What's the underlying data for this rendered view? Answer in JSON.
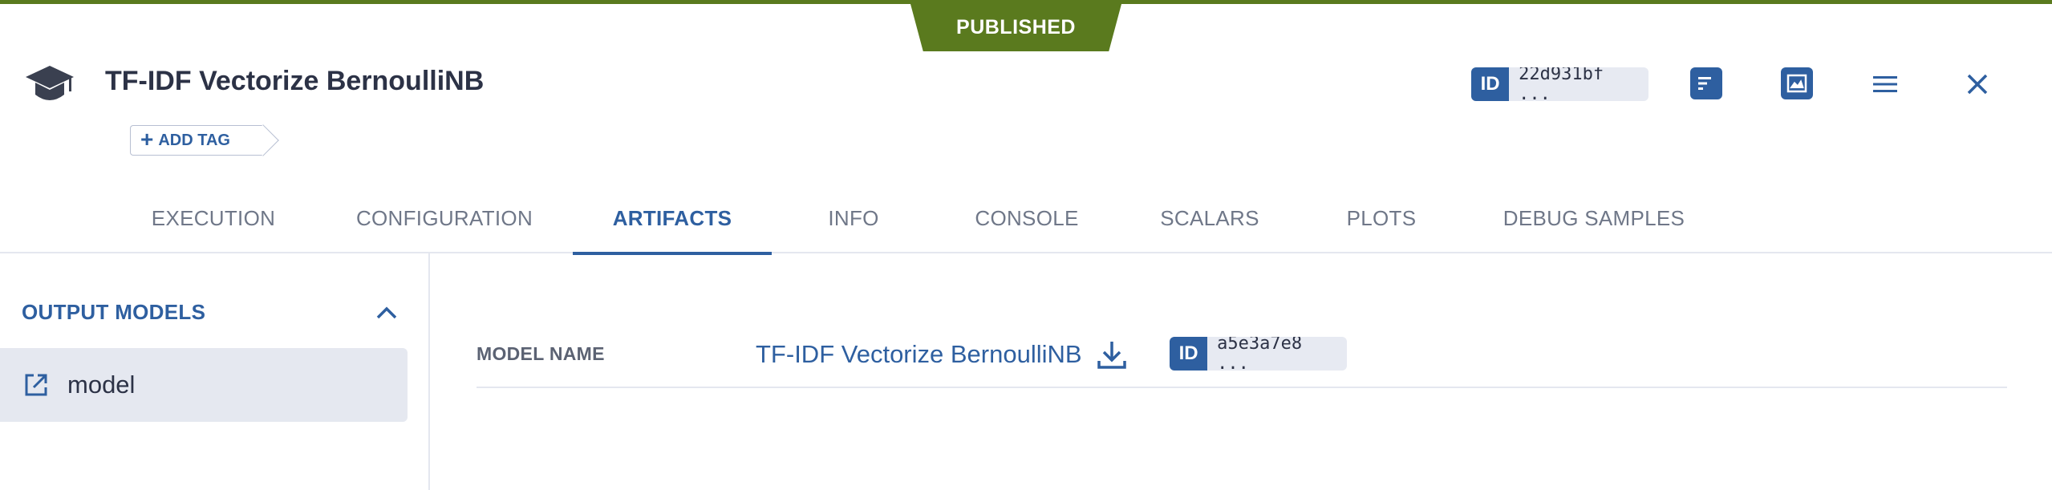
{
  "status": "PUBLISHED",
  "header": {
    "title": "TF-IDF Vectorize BernoulliNB",
    "id_label": "ID",
    "id_value": "22d931bf ...",
    "add_tag_label": "ADD TAG"
  },
  "tabs": [
    {
      "label": "EXECUTION",
      "active": false
    },
    {
      "label": "CONFIGURATION",
      "active": false
    },
    {
      "label": "ARTIFACTS",
      "active": true
    },
    {
      "label": "INFO",
      "active": false
    },
    {
      "label": "CONSOLE",
      "active": false
    },
    {
      "label": "SCALARS",
      "active": false
    },
    {
      "label": "PLOTS",
      "active": false
    },
    {
      "label": "DEBUG SAMPLES",
      "active": false
    }
  ],
  "sidebar": {
    "section_title": "OUTPUT MODELS",
    "items": [
      {
        "label": "model",
        "icon": "external-link-icon"
      }
    ]
  },
  "main": {
    "model_name_label": "MODEL NAME",
    "model_name": "TF-IDF Vectorize BernoulliNB",
    "model_id_label": "ID",
    "model_id_value": "a5e3a7e8 ..."
  },
  "colors": {
    "status_green": "#5a7a1e",
    "accent_blue": "#2e5fa0",
    "chip_bg": "#e7eaf2",
    "selected_bg": "#e5e8f0"
  }
}
